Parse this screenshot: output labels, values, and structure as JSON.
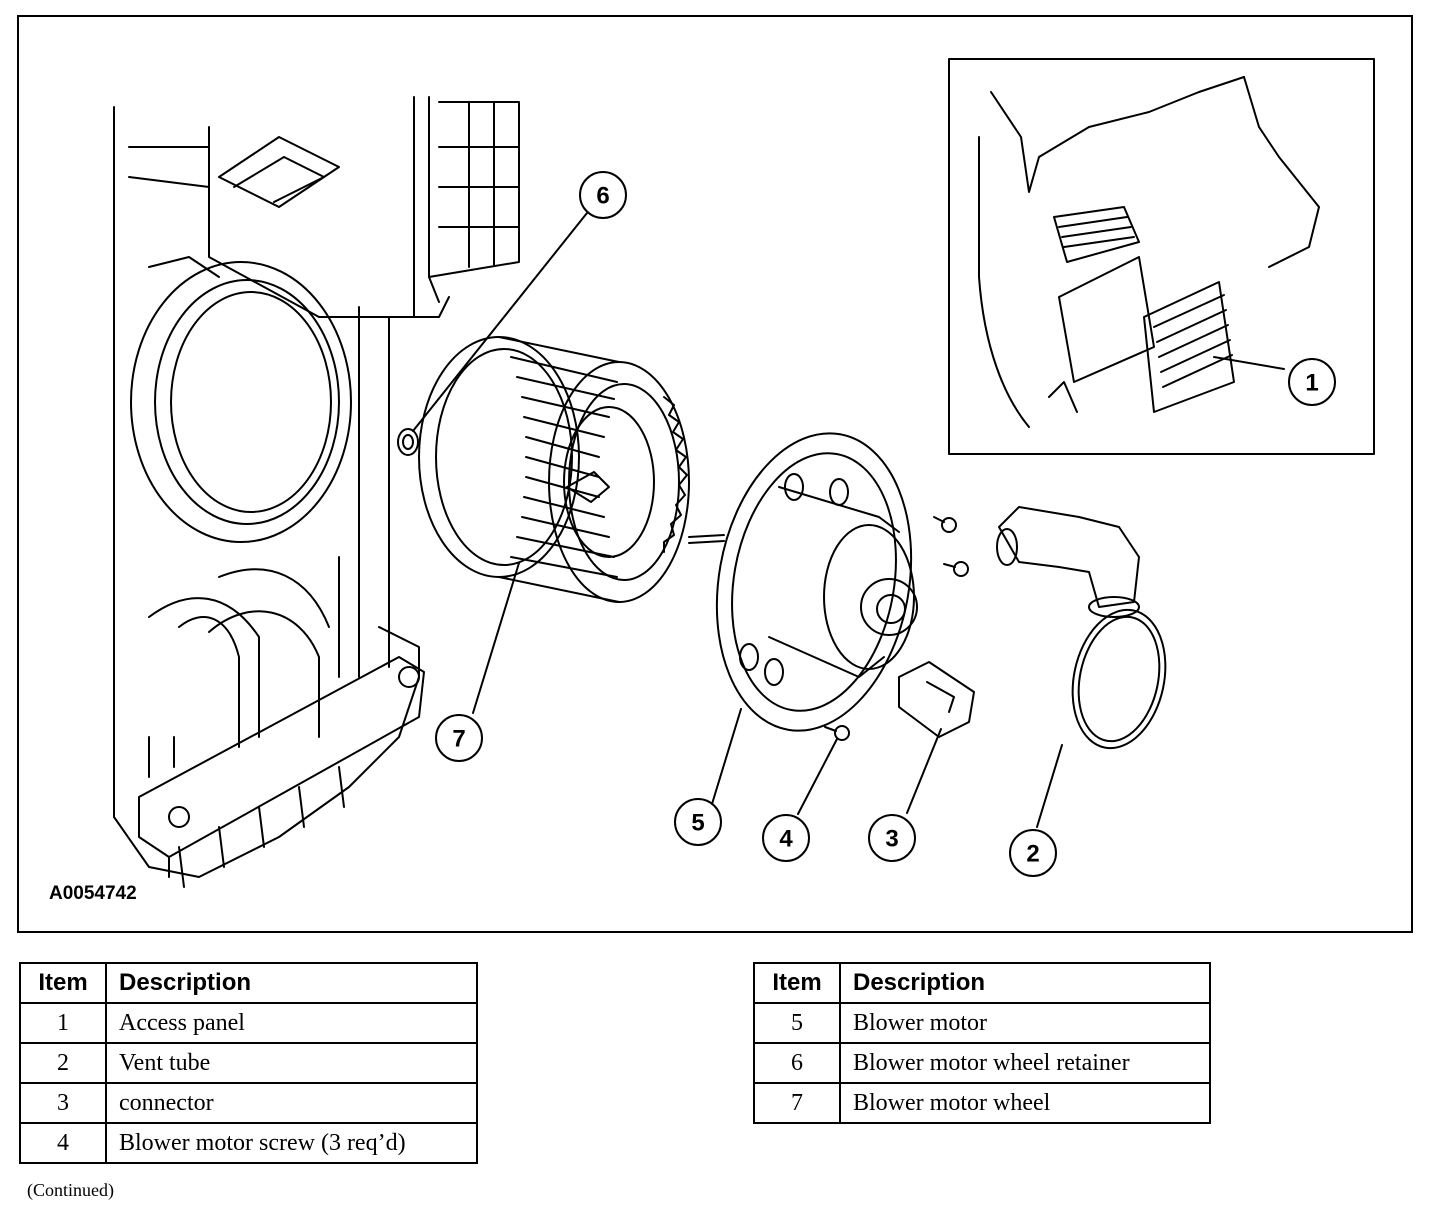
{
  "figure": {
    "id": "A0054742",
    "callouts": [
      "1",
      "2",
      "3",
      "4",
      "5",
      "6",
      "7"
    ]
  },
  "tables": {
    "headers": {
      "item": "Item",
      "description": "Description"
    },
    "left": [
      {
        "item": "1",
        "description": "Access panel"
      },
      {
        "item": "2",
        "description": "Vent tube"
      },
      {
        "item": "3",
        "description": "connector"
      },
      {
        "item": "4",
        "description": "Blower motor screw (3 req’d)"
      }
    ],
    "right": [
      {
        "item": "5",
        "description": "Blower motor"
      },
      {
        "item": "6",
        "description": "Blower motor wheel retainer"
      },
      {
        "item": "7",
        "description": "Blower motor wheel"
      }
    ]
  },
  "footer": {
    "continued": "(Continued)"
  }
}
